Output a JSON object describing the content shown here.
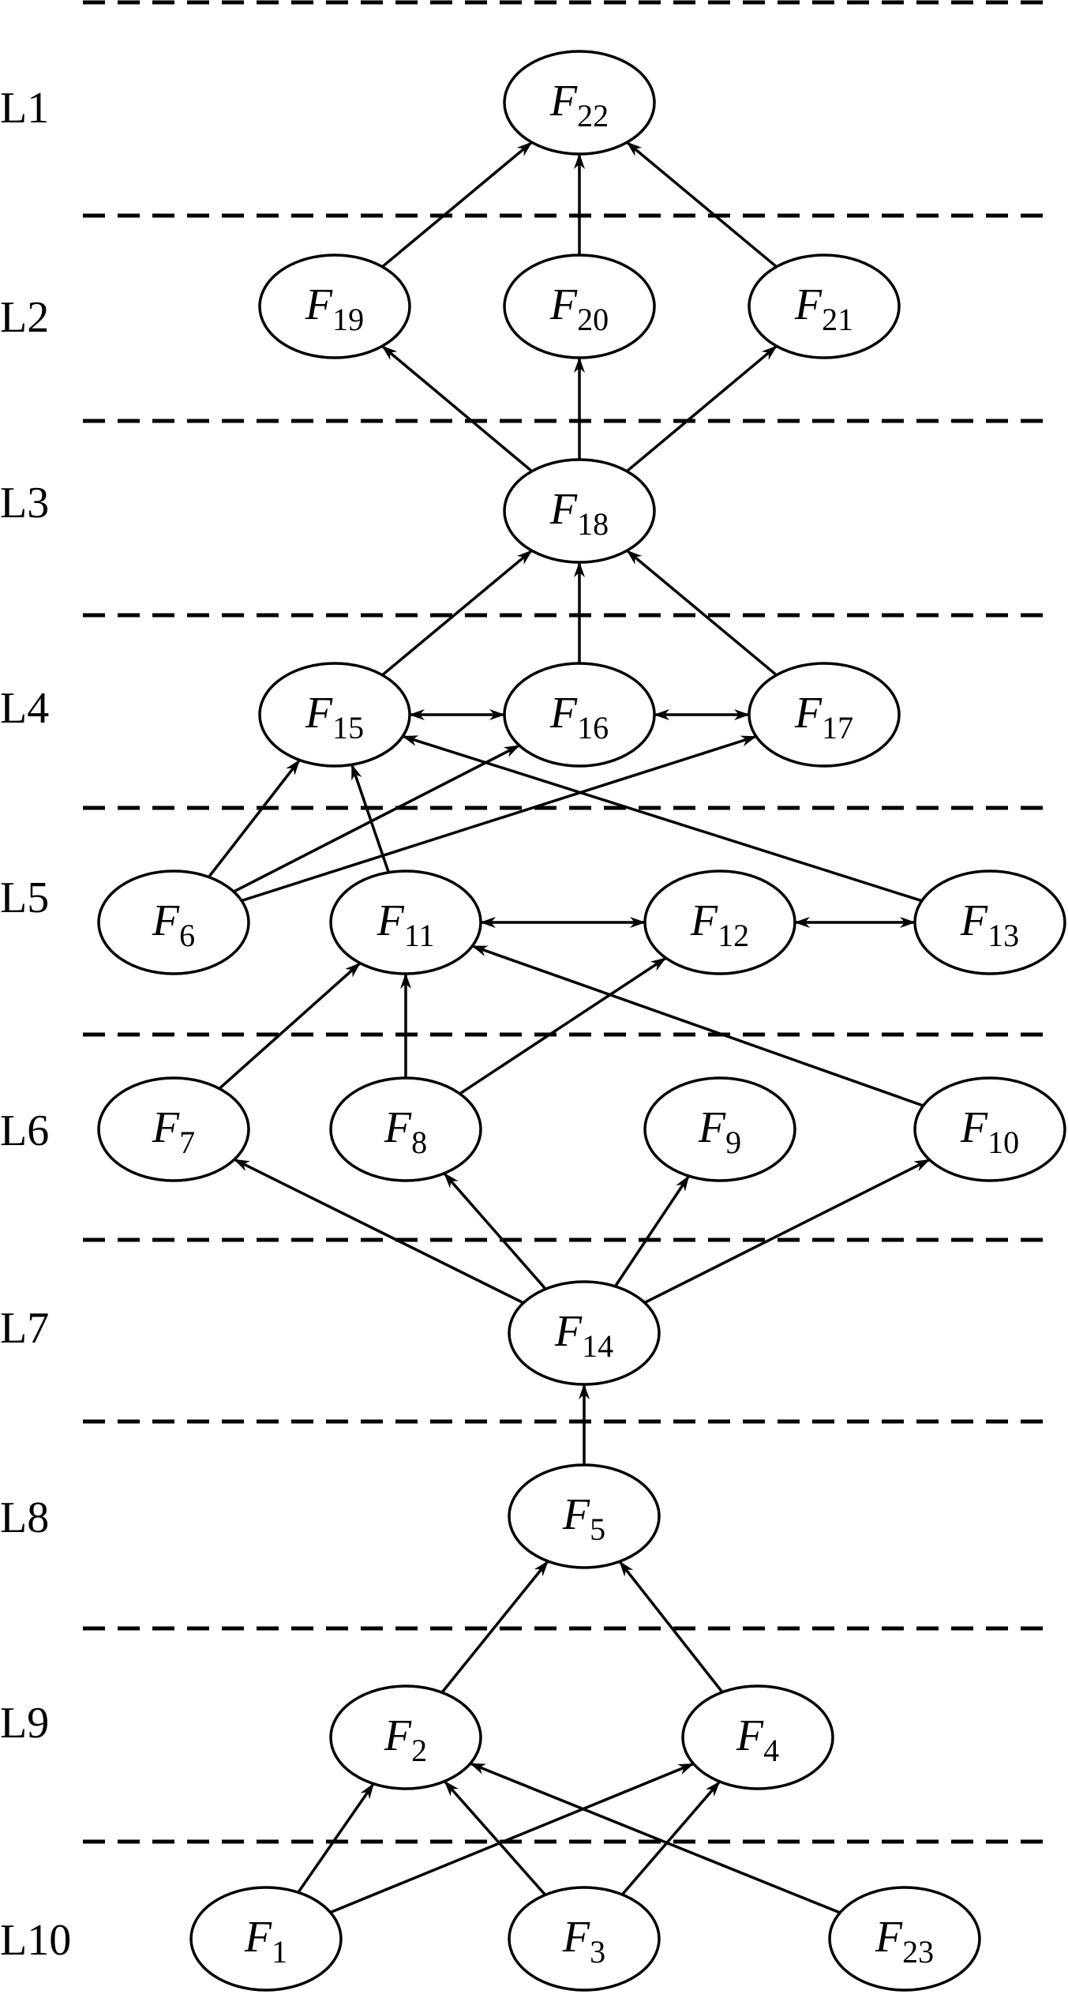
{
  "levels": [
    {
      "id": "L1",
      "label": "L1"
    },
    {
      "id": "L2",
      "label": "L2"
    },
    {
      "id": "L3",
      "label": "L3"
    },
    {
      "id": "L4",
      "label": "L4"
    },
    {
      "id": "L5",
      "label": "L5"
    },
    {
      "id": "L6",
      "label": "L6"
    },
    {
      "id": "L7",
      "label": "L7"
    },
    {
      "id": "L8",
      "label": "L8"
    },
    {
      "id": "L9",
      "label": "L9"
    },
    {
      "id": "L10",
      "label": "L10"
    }
  ],
  "nodes": [
    {
      "id": "F22",
      "main": "F",
      "sub": "22",
      "level": "L1"
    },
    {
      "id": "F19",
      "main": "F",
      "sub": "19",
      "level": "L2"
    },
    {
      "id": "F20",
      "main": "F",
      "sub": "20",
      "level": "L2"
    },
    {
      "id": "F21",
      "main": "F",
      "sub": "21",
      "level": "L2"
    },
    {
      "id": "F18",
      "main": "F",
      "sub": "18",
      "level": "L3"
    },
    {
      "id": "F15",
      "main": "F",
      "sub": "15",
      "level": "L4"
    },
    {
      "id": "F16",
      "main": "F",
      "sub": "16",
      "level": "L4"
    },
    {
      "id": "F17",
      "main": "F",
      "sub": "17",
      "level": "L4"
    },
    {
      "id": "F6",
      "main": "F",
      "sub": "6",
      "level": "L5"
    },
    {
      "id": "F11",
      "main": "F",
      "sub": "11",
      "level": "L5"
    },
    {
      "id": "F12",
      "main": "F",
      "sub": "12",
      "level": "L5"
    },
    {
      "id": "F13",
      "main": "F",
      "sub": "13",
      "level": "L5"
    },
    {
      "id": "F7",
      "main": "F",
      "sub": "7",
      "level": "L6"
    },
    {
      "id": "F8",
      "main": "F",
      "sub": "8",
      "level": "L6"
    },
    {
      "id": "F9",
      "main": "F",
      "sub": "9",
      "level": "L6"
    },
    {
      "id": "F10",
      "main": "F",
      "sub": "10",
      "level": "L6"
    },
    {
      "id": "F14",
      "main": "F",
      "sub": "14",
      "level": "L7"
    },
    {
      "id": "F5",
      "main": "F",
      "sub": "5",
      "level": "L8"
    },
    {
      "id": "F2",
      "main": "F",
      "sub": "2",
      "level": "L9"
    },
    {
      "id": "F4",
      "main": "F",
      "sub": "4",
      "level": "L9"
    },
    {
      "id": "F1",
      "main": "F",
      "sub": "1",
      "level": "L10"
    },
    {
      "id": "F3",
      "main": "F",
      "sub": "3",
      "level": "L10"
    },
    {
      "id": "F23",
      "main": "F",
      "sub": "23",
      "level": "L10"
    }
  ],
  "edges": [
    {
      "from": "F19",
      "to": "F22",
      "bidirectional": false
    },
    {
      "from": "F20",
      "to": "F22",
      "bidirectional": false
    },
    {
      "from": "F21",
      "to": "F22",
      "bidirectional": false
    },
    {
      "from": "F18",
      "to": "F19",
      "bidirectional": false
    },
    {
      "from": "F18",
      "to": "F20",
      "bidirectional": false
    },
    {
      "from": "F18",
      "to": "F21",
      "bidirectional": false
    },
    {
      "from": "F15",
      "to": "F18",
      "bidirectional": false
    },
    {
      "from": "F16",
      "to": "F18",
      "bidirectional": false
    },
    {
      "from": "F17",
      "to": "F18",
      "bidirectional": false
    },
    {
      "from": "F15",
      "to": "F16",
      "bidirectional": true
    },
    {
      "from": "F16",
      "to": "F17",
      "bidirectional": true
    },
    {
      "from": "F6",
      "to": "F15",
      "bidirectional": false
    },
    {
      "from": "F6",
      "to": "F16",
      "bidirectional": false
    },
    {
      "from": "F6",
      "to": "F17",
      "bidirectional": false
    },
    {
      "from": "F11",
      "to": "F15",
      "bidirectional": false
    },
    {
      "from": "F13",
      "to": "F15",
      "bidirectional": false
    },
    {
      "from": "F11",
      "to": "F12",
      "bidirectional": true
    },
    {
      "from": "F12",
      "to": "F13",
      "bidirectional": true
    },
    {
      "from": "F7",
      "to": "F11",
      "bidirectional": false
    },
    {
      "from": "F8",
      "to": "F11",
      "bidirectional": false
    },
    {
      "from": "F8",
      "to": "F12",
      "bidirectional": false
    },
    {
      "from": "F10",
      "to": "F11",
      "bidirectional": false
    },
    {
      "from": "F14",
      "to": "F7",
      "bidirectional": false
    },
    {
      "from": "F14",
      "to": "F8",
      "bidirectional": false
    },
    {
      "from": "F14",
      "to": "F9",
      "bidirectional": false
    },
    {
      "from": "F14",
      "to": "F10",
      "bidirectional": false
    },
    {
      "from": "F5",
      "to": "F14",
      "bidirectional": false
    },
    {
      "from": "F2",
      "to": "F5",
      "bidirectional": false
    },
    {
      "from": "F4",
      "to": "F5",
      "bidirectional": false
    },
    {
      "from": "F1",
      "to": "F2",
      "bidirectional": false
    },
    {
      "from": "F1",
      "to": "F4",
      "bidirectional": false
    },
    {
      "from": "F3",
      "to": "F2",
      "bidirectional": false
    },
    {
      "from": "F3",
      "to": "F4",
      "bidirectional": false
    },
    {
      "from": "F23",
      "to": "F2",
      "bidirectional": false
    }
  ]
}
